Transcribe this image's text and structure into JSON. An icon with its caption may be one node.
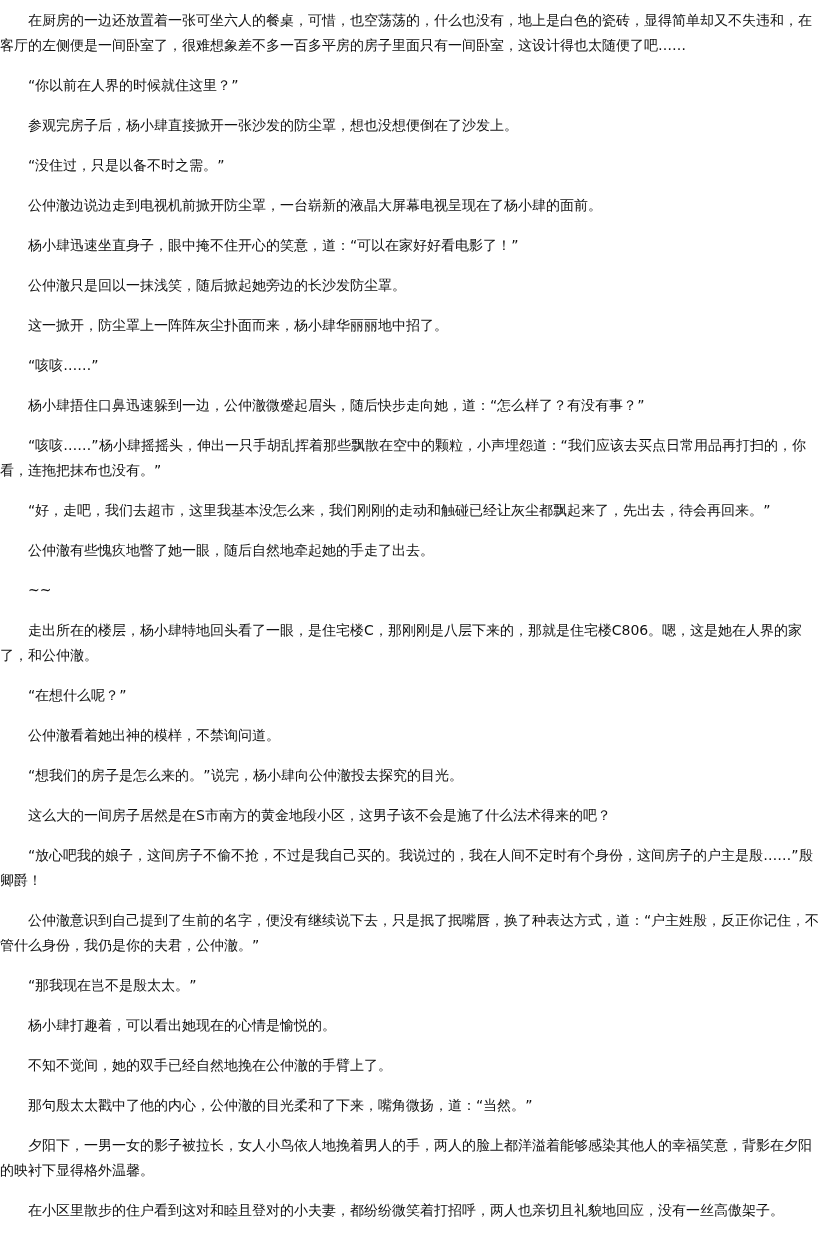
{
  "diagram": {
    "labels": [
      "在厨房的一边还放置着一张可坐六人的餐桌，可惜，也空荡荡的，什么也没有，地上是白色的瓷砖，显得简单却又不失违和，在客厅的左侧便是一间卧室了，很难想象差不多一百多平房的房子里面只有一间卧室，这设计得也太随便了吧……",
      "“你以前在人界的时候就住这里？”",
      "参观完房子后，杨小肆直接掀开一张沙发的防尘罩，想也没想便倒在了沙发上。",
      "“没住过，只是以备不时之需。”",
      "公仲澈边说边走到电视机前掀开防尘罩，一台崭新的液晶大屏幕电视呈现在了杨小肆的面前。",
      "杨小肆迅速坐直身子，眼中掩不住开心的笑意，道：“可以在家好好看电影了！”",
      "公仲澈只是回以一抹浅笑，随后掀起她旁边的长沙发防尘罩。",
      "这一掀开，防尘罩上一阵阵灰尘扑面而来，杨小肆华丽丽地中招了。",
      "“咳咳……”",
      "杨小肆捂住口鼻迅速躲到一边，公仲澈微蹙起眉头，随后快步走向她，道：“怎么样了？有没有事？”",
      "“咳咳……”杨小肆摇摇头，伸出一只手胡乱挥着那些飘散在空中的颗粒，小声埋怨道：“我们应该去买点日常用品再打扫的，你看，连拖把抹布也没有。”",
      "“好，走吧，我们去超市，这里我基本没怎么来，我们刚刚的走动和触碰已经让灰尘都飘起来了，先出去，待会再回来。”",
      "公仲澈有些愧疚地瞥了她一眼，随后自然地牵起她的手走了出去。",
      "~~",
      "走出所在的楼层，杨小肆特地回头看了一眼，是住宅楼C，那刚刚是八层下来的，那就是住宅楼C806。嗯，这是她在人界的家了，和公仲澈。",
      "“在想什么呢？”",
      "公仲澈看着她出神的模样，不禁询问道。",
      "“想我们的房子是怎么来的。”说完，杨小肆向公仲澈投去探究的目光。",
      "这么大的一间房子居然是在S市南方的黄金地段小区，这男子该不会是施了什么法术得来的吧？",
      "“放心吧我的娘子，这间房子不偷不抢，不过是我自己买的。我说过的，我在人间不定时有个身份，这间房子的户主是殷……”殷卿爵！",
      "公仲澈意识到自己提到了生前的名字，便没有继续说下去，只是抿了抿嘴唇，换了种表达方式，道：“户主姓殷，反正你记住，不管什么身份，我仍是你的夫君，公仲澈。”",
      "“那我现在岂不是殷太太。”",
      "杨小肆打趣着，可以看出她现在的心情是愉悦的。",
      "不知不觉间，她的双手已经自然地挽在公仲澈的手臂上了。",
      "那句殷太太戳中了他的内心，公仲澈的目光柔和了下来，嘴角微扬，道：“当然。”",
      "夕阳下，一男一女的影子被拉长，女人小鸟依人地挽着男人的手，两人的脸上都洋溢着能够感染其他人的幸福笑意，背影在夕阳的映衬下显得格外温馨。",
      "在小区里散步的住户看到这对和睦且登对的小夫妻，都纷纷微笑着打招呼，两人也亲切且礼貌地回应，没有一丝高傲架子。"
    ]
  }
}
